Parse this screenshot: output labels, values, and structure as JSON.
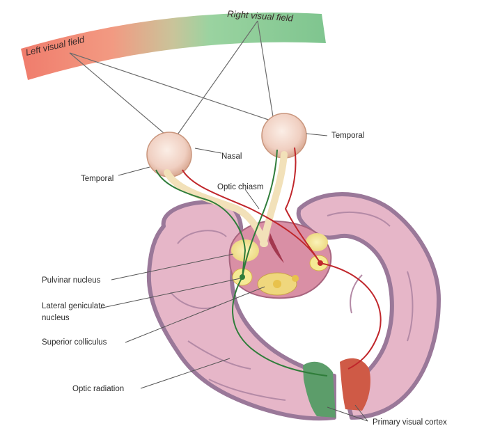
{
  "diagram": {
    "fields": {
      "left": "Left visual field",
      "right": "Right visual field"
    },
    "labels": {
      "temporal_right": "Temporal",
      "nasal": "Nasal",
      "temporal_left": "Temporal",
      "optic_chiasm": "Optic chiasm",
      "pulvinar": "Pulvinar nucleus",
      "lgn_line1": "Lateral geniculate",
      "lgn_line2": "nucleus",
      "superior_colliculus": "Superior colliculus",
      "optic_radiation": "Optic radiation",
      "primary_visual_cortex": "Primary visual cortex"
    },
    "colors": {
      "left_field": "#f08a78",
      "right_field": "#8fcf9a",
      "left_pathway": "#c0262b",
      "right_pathway": "#2f7d3a",
      "brain_fill": "#e7b8c9",
      "brain_edge": "#8c6b8e",
      "nucleus": "#f3e58a",
      "eye": "#f1d2c6"
    }
  }
}
